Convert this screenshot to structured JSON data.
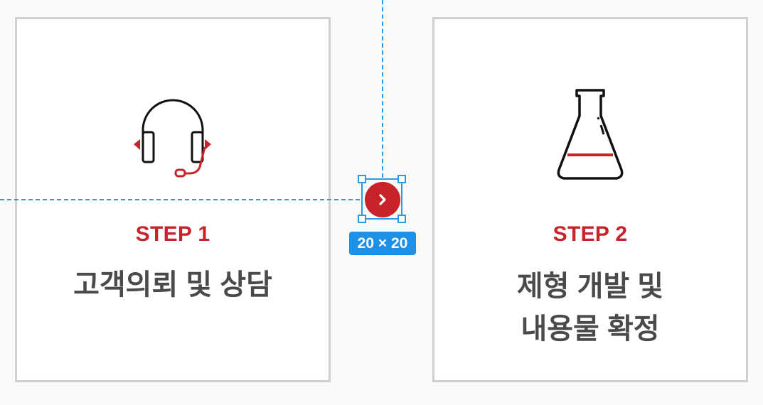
{
  "colors": {
    "accent_red": "#c8222b",
    "title_gray": "#4a4a4a",
    "border_gray": "#d0d0d0",
    "selection_blue": "#2a9ae6",
    "badge_blue": "#1e90e6",
    "background": "#fafafa"
  },
  "steps": [
    {
      "icon": "headset-icon",
      "label": "STEP 1",
      "title_lines": [
        "고객의뢰 및 상담"
      ]
    },
    {
      "icon": "flask-icon",
      "label": "STEP 2",
      "title_lines": [
        "제형 개발 및",
        "내용물 확정"
      ]
    }
  ],
  "connector": {
    "icon": "chevron-right-icon",
    "selected": true
  },
  "selection_overlay": {
    "size_badge": "20 × 20"
  }
}
